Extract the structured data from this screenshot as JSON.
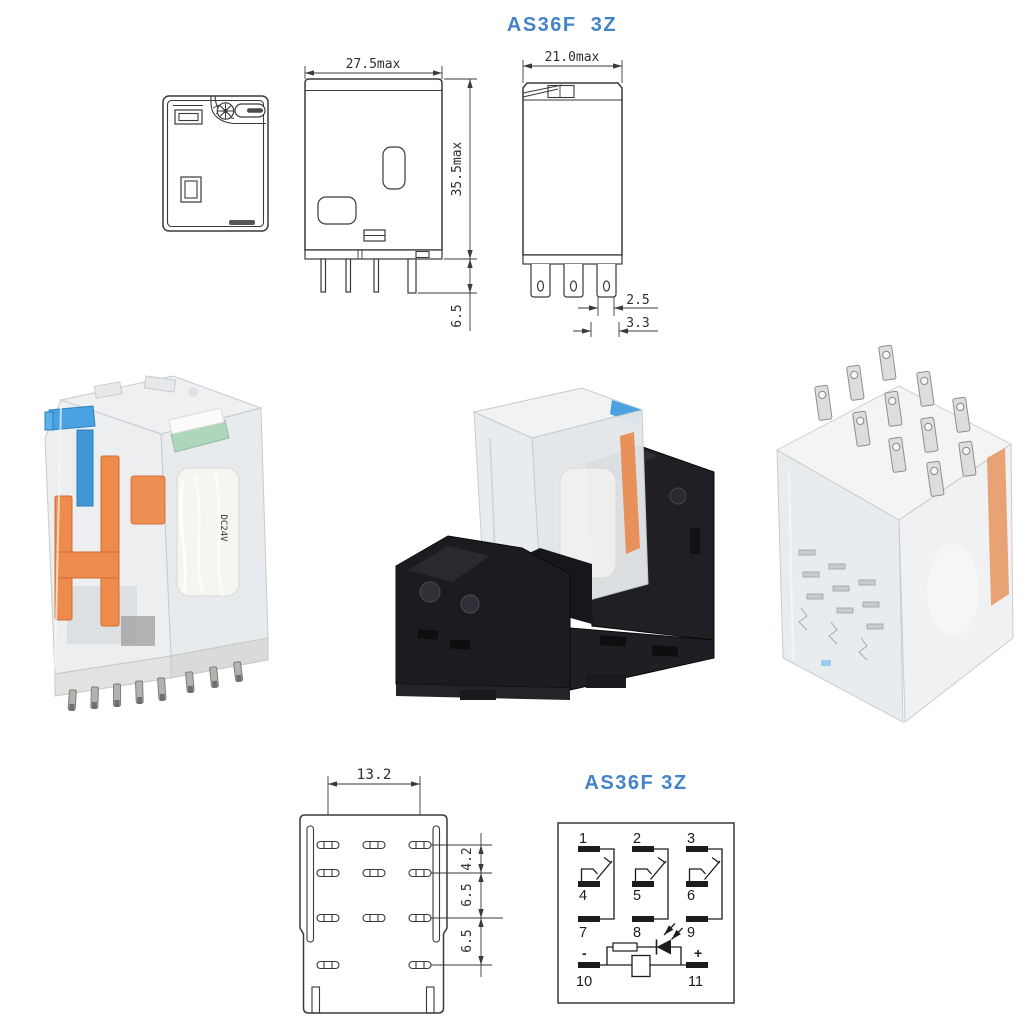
{
  "page": {
    "background": "#ffffff"
  },
  "header": {
    "title": "AS36F  3Z"
  },
  "colors": {
    "accent_blue": "#4384c8",
    "drawing_line": "#3a3a3a",
    "schematic_black": "#1c1c1c",
    "relay_orange": "#ee8a4c",
    "relay_blue": "#49a2e2",
    "coil_green": "#aed6ba",
    "socket_black": "#1e1e22"
  },
  "drawings": {
    "side_view": {
      "width_dim": "27.5max",
      "height_dim": "35.5max",
      "pin_length_dim": "6.5"
    },
    "profile_view": {
      "width_dim": "21.0max",
      "pin_width_dim": "2.5",
      "pin_tip_dim": "3.3"
    },
    "bottom_view": {
      "pin_span_dim": "13.2",
      "row_pitch_top": "4.2",
      "row_pitch_mid": "6.5",
      "row_pitch_bot": "6.5"
    }
  },
  "schematic": {
    "title": "AS36F 3Z",
    "pins": [
      "1",
      "2",
      "3",
      "4",
      "5",
      "6",
      "7",
      "8",
      "9",
      "10",
      "11"
    ],
    "minus_label": "-",
    "plus_label": "+"
  },
  "photos": {
    "front_view_photo": {
      "coil_marking": "DC24V"
    }
  }
}
